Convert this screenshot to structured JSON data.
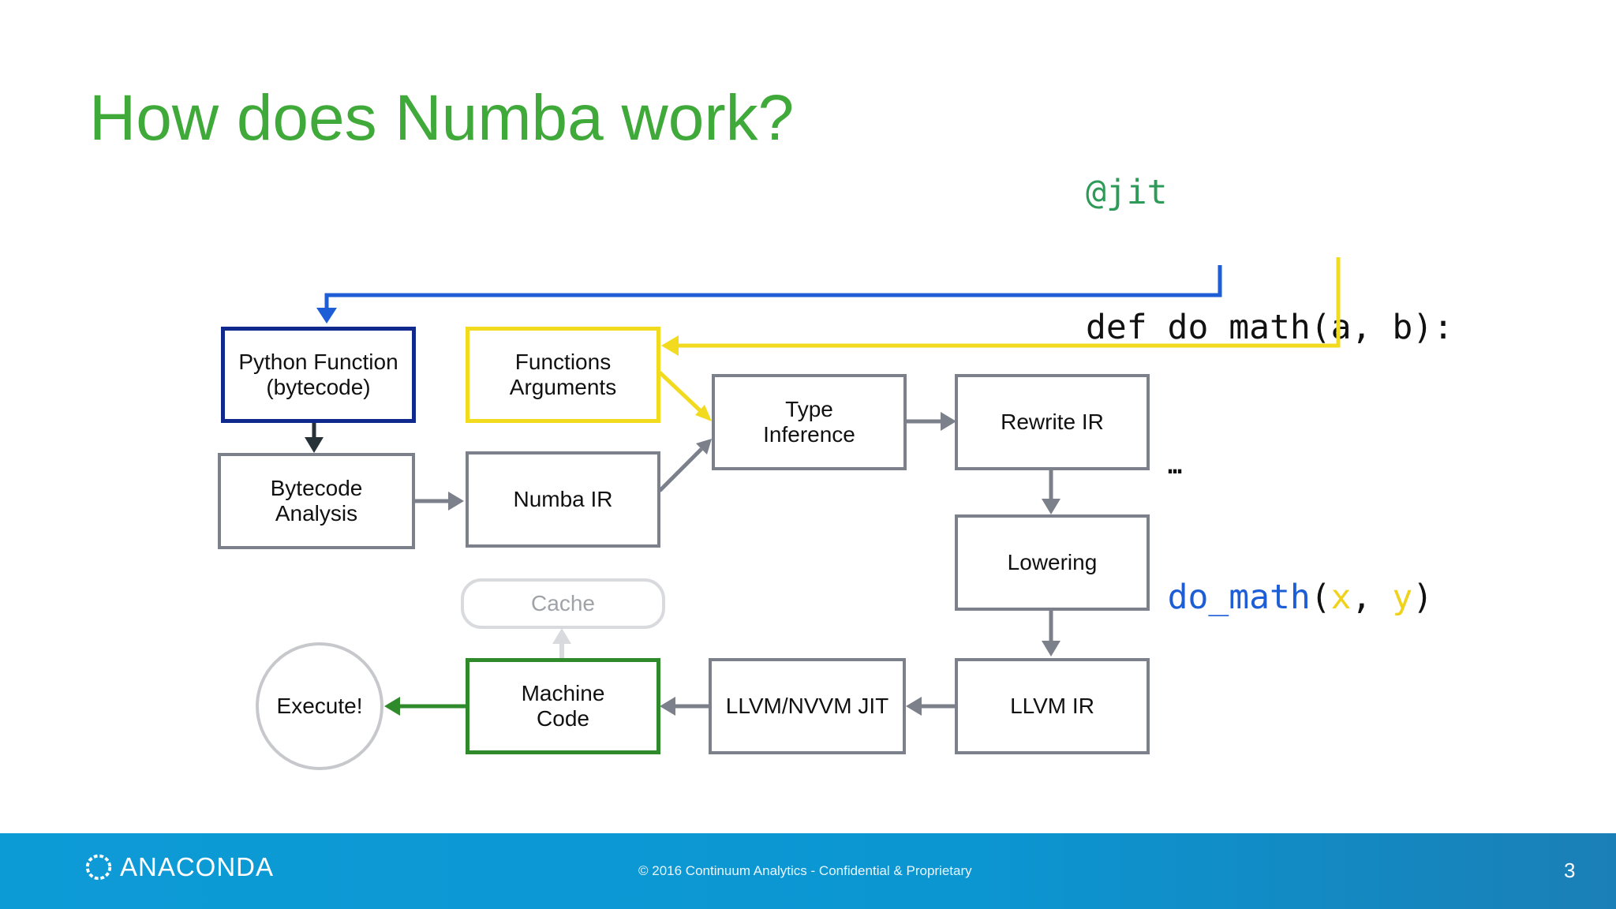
{
  "slide": {
    "title": "How does Numba work?",
    "code": {
      "decorator": "@jit",
      "def_line": "def do_math(a, b):",
      "ellipsis": "…",
      "prompt": ">>> ",
      "call_name": "do_math",
      "open_paren": "(",
      "arg1": "x",
      "comma": ", ",
      "arg2": "y",
      "close_paren": ")"
    },
    "nodes": {
      "python_function": "Python Function\n(bytecode)",
      "functions_arguments": "Functions\nArguments",
      "type_inference": "Type\nInference",
      "rewrite_ir": "Rewrite IR",
      "bytecode_analysis": "Bytecode\nAnalysis",
      "numba_ir": "Numba IR",
      "lowering": "Lowering",
      "cache": "Cache",
      "execute": "Execute!",
      "machine_code": "Machine\nCode",
      "llvm_jit": "LLVM/NVVM JIT",
      "llvm_ir": "LLVM IR"
    },
    "colors": {
      "title": "#3fa93a",
      "python_function_border": "#0f2a8c",
      "functions_arguments_border": "#f2da1e",
      "machine_code_border": "#2f8a2c",
      "blue_arrow": "#1d5ed6",
      "yellow_arrow": "#f2da1e",
      "gray_arrow": "#7b808a",
      "green_arrow": "#2f8a2c",
      "footer": "#0b96d2"
    }
  },
  "footer": {
    "logo_text": "ANACONDA",
    "copyright": "© 2016 Continuum Analytics - Confidential & Proprietary",
    "page_number": "3"
  }
}
